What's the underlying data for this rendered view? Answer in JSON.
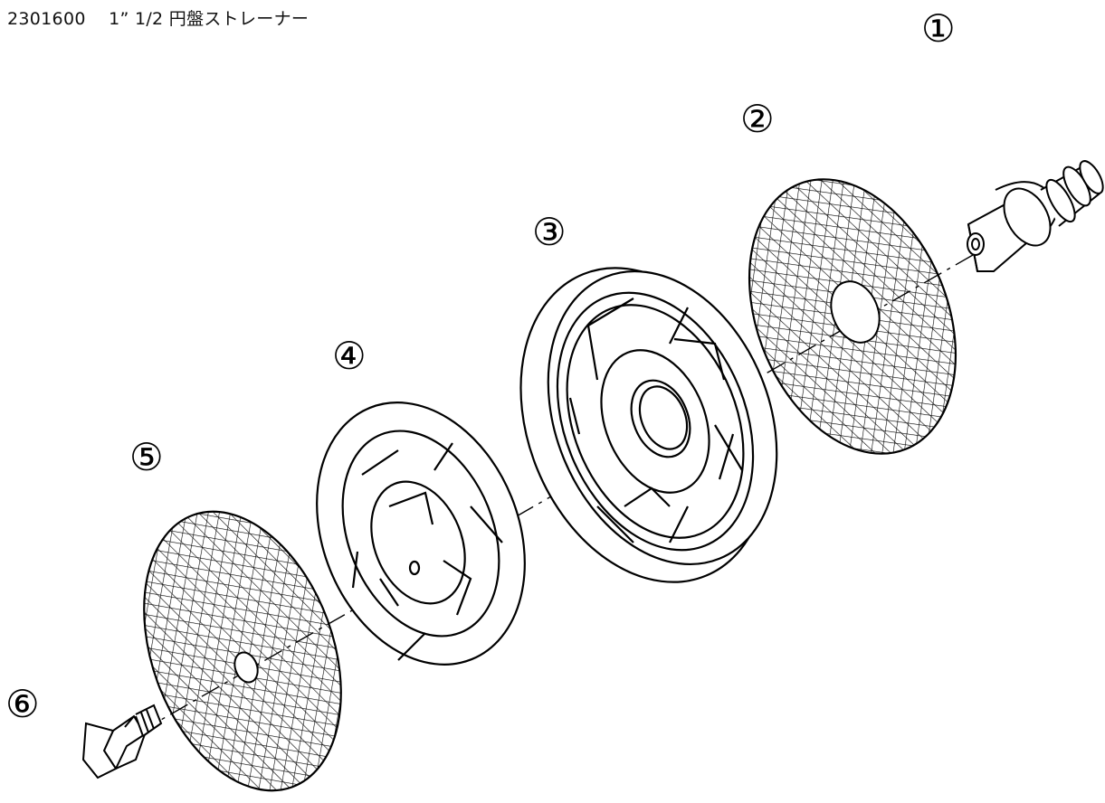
{
  "title": "2301600    1” 1/2 円盤ストレーナー",
  "callouts": [
    "①",
    "②",
    "③",
    "④",
    "⑤",
    "⑥"
  ]
}
